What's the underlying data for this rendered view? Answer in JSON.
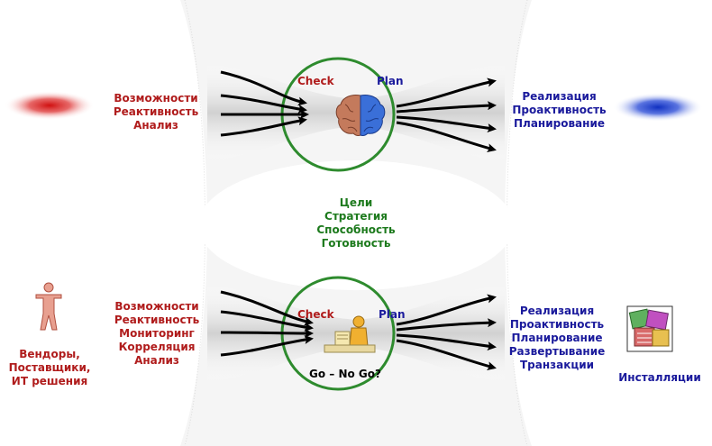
{
  "top": {
    "left_text": [
      "Возможности",
      "Реактивность",
      "Анализ"
    ],
    "check": "Check",
    "plan": "Plan",
    "right_text": [
      "Реализация",
      "Проактивность",
      "Планирование"
    ]
  },
  "middle_text": [
    "Цели",
    "Стратегия",
    "Способность",
    "Готовность"
  ],
  "bottom": {
    "left_text": [
      "Возможности",
      "Реактивность",
      "Мониторинг",
      "Корреляция",
      "Анализ"
    ],
    "check": "Check",
    "plan": "Plan",
    "go_no_go": "Go – No Go?",
    "right_text": [
      "Реализация",
      "Проактивность",
      "Планирование",
      "Развертывание",
      "Транзакции"
    ]
  },
  "vendors_label": [
    "Вендоры,",
    "Поставщики,",
    "ИТ решения"
  ],
  "installations_label": "Инсталляции",
  "colors": {
    "red_text": "#b01c1c",
    "blue_text": "#1a1a9c",
    "green_circle": "#2e8b2e",
    "figure_pink": "#e8a090"
  },
  "icons": [
    "brain-icon",
    "person-at-desk-icon",
    "human-figure-icon",
    "packages-icon"
  ]
}
